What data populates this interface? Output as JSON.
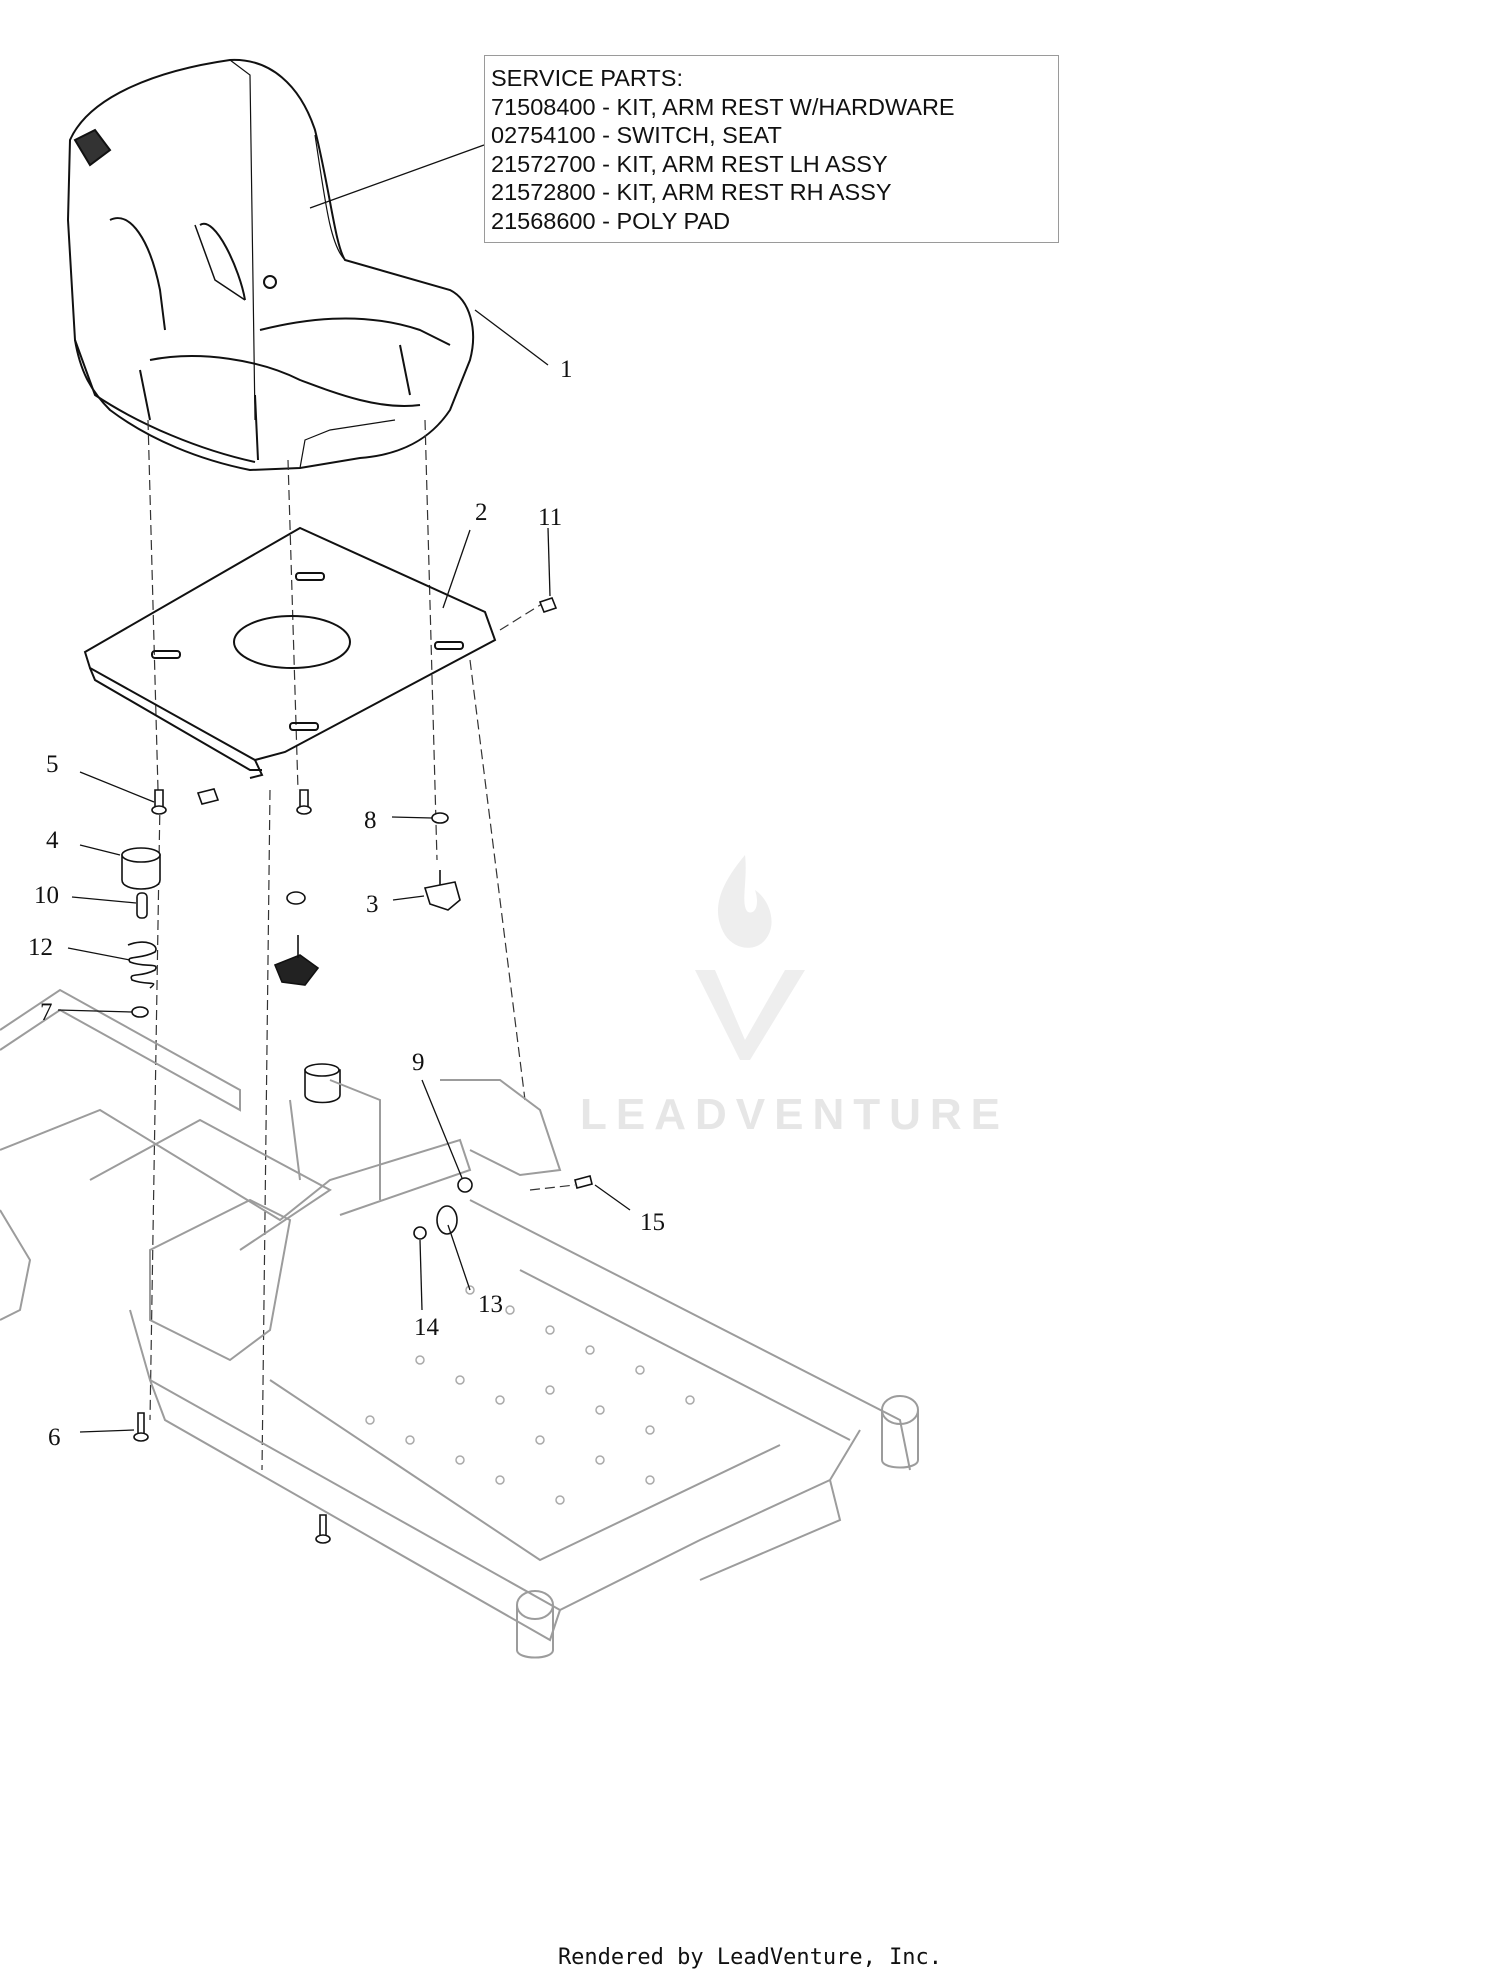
{
  "service_parts": {
    "title": "SERVICE PARTS:",
    "lines": [
      "71508400 - KIT, ARM REST W/HARDWARE",
      "02754100 - SWITCH, SEAT",
      "21572700 - KIT, ARM REST LH ASSY",
      "21572800 - KIT, ARM REST RH ASSY",
      "21568600 - POLY PAD"
    ]
  },
  "callouts": {
    "c1": "1",
    "c2": "2",
    "c3": "3",
    "c4": "4",
    "c5": "5",
    "c6": "6",
    "c7": "7",
    "c8": "8",
    "c9": "9",
    "c10": "10",
    "c11": "11",
    "c12": "12",
    "c13": "13",
    "c14": "14",
    "c15": "15"
  },
  "watermark": "LEADVENTURE",
  "footer": "Rendered by LeadVenture, Inc.",
  "colors": {
    "line": "#111111",
    "frame": "#9c9c9c",
    "watermark": "#e6e6e6"
  }
}
